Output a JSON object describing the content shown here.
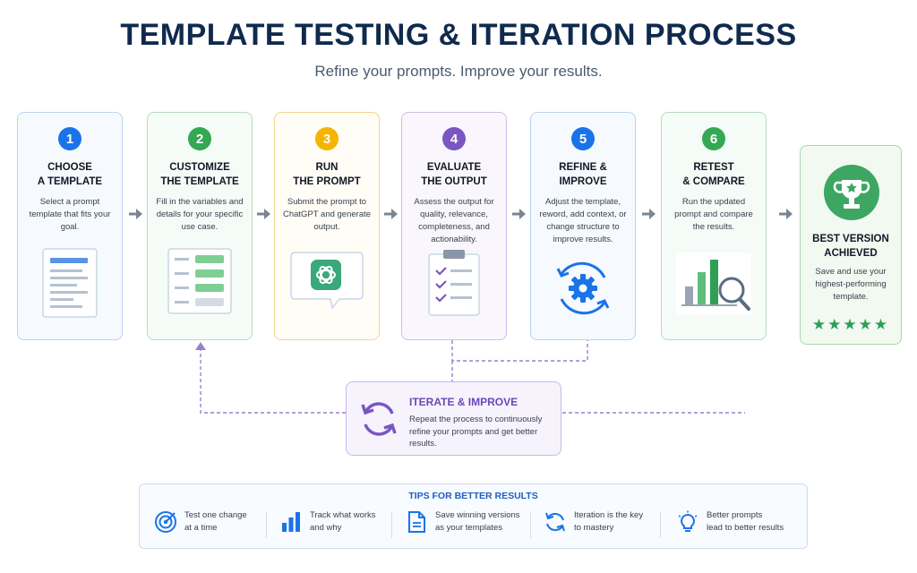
{
  "header": {
    "title": "TEMPLATE TESTING & ITERATION PROCESS",
    "subtitle": "Refine your prompts. Improve your results."
  },
  "colors": {
    "blue": "#1a73e8",
    "green": "#34a853",
    "yellow": "#f4b400",
    "purple": "#6b47b8",
    "navy": "#0f2a4d"
  },
  "steps": [
    {
      "number": "1",
      "title": "CHOOSE\nA TEMPLATE",
      "description": "Select a prompt template that fits your goal.",
      "icon": "document-template-icon"
    },
    {
      "number": "2",
      "title": "CUSTOMIZE\nTHE TEMPLATE",
      "description": "Fill in the variables and details for your specific use case.",
      "icon": "form-fields-icon"
    },
    {
      "number": "3",
      "title": "RUN\nTHE PROMPT",
      "description": "Submit the prompt to ChatGPT and generate output.",
      "icon": "chatgpt-icon"
    },
    {
      "number": "4",
      "title": "EVALUATE\nTHE OUTPUT",
      "description": "Assess the output for quality, relevance, completeness, and actionability.",
      "icon": "clipboard-checklist-icon"
    },
    {
      "number": "5",
      "title": "REFINE &\nIMPROVE",
      "description": "Adjust the template, reword, add context, or change structure to improve results.",
      "icon": "gear-refresh-icon"
    },
    {
      "number": "6",
      "title": "RETEST\n& COMPARE",
      "description": "Run the updated prompt and compare the results.",
      "icon": "bar-chart-magnifier-icon"
    }
  ],
  "best": {
    "title": "BEST VERSION\nACHIEVED",
    "description": "Save and use your highest-performing template.",
    "stars": "★★★★★",
    "icon": "trophy-icon"
  },
  "iterate": {
    "title": "ITERATE & IMPROVE",
    "description": "Repeat the process to continuously refine your prompts and get better results.",
    "icon": "cycle-arrows-icon"
  },
  "tips": {
    "title": "TIPS FOR BETTER RESULTS",
    "items": [
      {
        "text": "Test one change\nat a time",
        "icon": "target-icon"
      },
      {
        "text": "Track what works\nand why",
        "icon": "bar-chart-icon"
      },
      {
        "text": "Save winning versions\nas your templates",
        "icon": "document-icon"
      },
      {
        "text": "Iteration is the key\nto mastery",
        "icon": "refresh-icon"
      },
      {
        "text": "Better prompts\nlead to better results",
        "icon": "lightbulb-icon"
      }
    ]
  }
}
